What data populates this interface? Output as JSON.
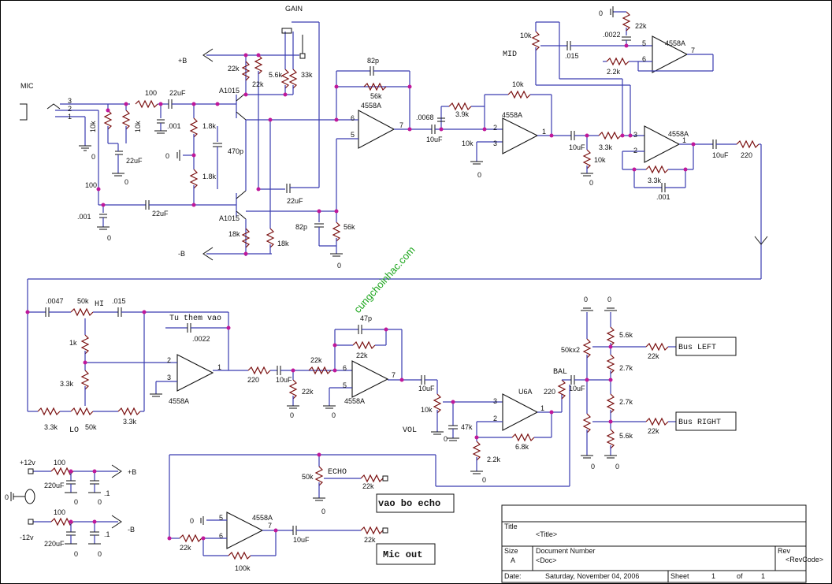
{
  "labels": {
    "gain": "GAIN",
    "mic": "MIC",
    "plus_b": "+B",
    "minus_b": "-B",
    "plus_b2": "+B",
    "minus_b2": "-B",
    "mid": "MID",
    "hi": "HI",
    "lo": "LO",
    "vol": "VOL",
    "bal": "BAL",
    "echo": "ECHO",
    "tu_them_vao": "Tu them vao",
    "plus12": "+12v",
    "minus12": "-12v",
    "q1": "A1015",
    "q2": "A1015",
    "u6a": "U6A",
    "n0": "0",
    "n1": "1",
    "n2": "2",
    "n3": "3",
    "n5": "5",
    "n6": "6",
    "n7": "7"
  },
  "boxes": {
    "bus_left": "Bus LEFT",
    "bus_right": "Bus RIGHT",
    "vao_bo_echo": "vao bo echo",
    "mic_out": "Mic out"
  },
  "opamp_label": "4558A",
  "values": {
    "r100": "100",
    "r10k": "10k",
    "r22k": "22k",
    "r33k": "33k",
    "r56k_1": "5.6k",
    "r18k": "1.8k",
    "r18k2": "18k",
    "r56k": "56k",
    "r39k": "3.9k",
    "r33": "3.3k",
    "r22": "2.2k",
    "r1k": "1k",
    "r50k": "50k",
    "r220": "220",
    "r47k": "47k",
    "r68k": "6.8k",
    "r27k": "2.7k",
    "r50kx2": "50kx2",
    "r100k": "100k",
    "c22uf": "22uF",
    "c001": ".001",
    "c470p": "470p",
    "c82p": "82p",
    "c0068": ".0068",
    "c10uf": "10uF",
    "c0022": ".0022",
    "c015": ".015",
    "c0047": ".0047",
    "c47p": "47p",
    "c220uf": "220uF",
    "c1": ".1"
  },
  "title_block": {
    "title_label": "Title",
    "title_value": "<Title>",
    "size_label": "Size",
    "size_value": "A",
    "doc_label": "Document Number",
    "doc_value": "<Doc>",
    "rev_label": "Rev",
    "rev_value": "<RevCode>",
    "date_label": "Date:",
    "date_value": "Saturday, November 04, 2006",
    "sheet_label": "Sheet",
    "sheet_num": "1",
    "of_label": "of",
    "sheet_total": "1"
  },
  "watermark": "cungchoinhac.com",
  "colors": {
    "wire": "#3a3cb0",
    "junction": "#c0189a",
    "resistor": "#7a1010",
    "watermark": "#1aa51a"
  }
}
